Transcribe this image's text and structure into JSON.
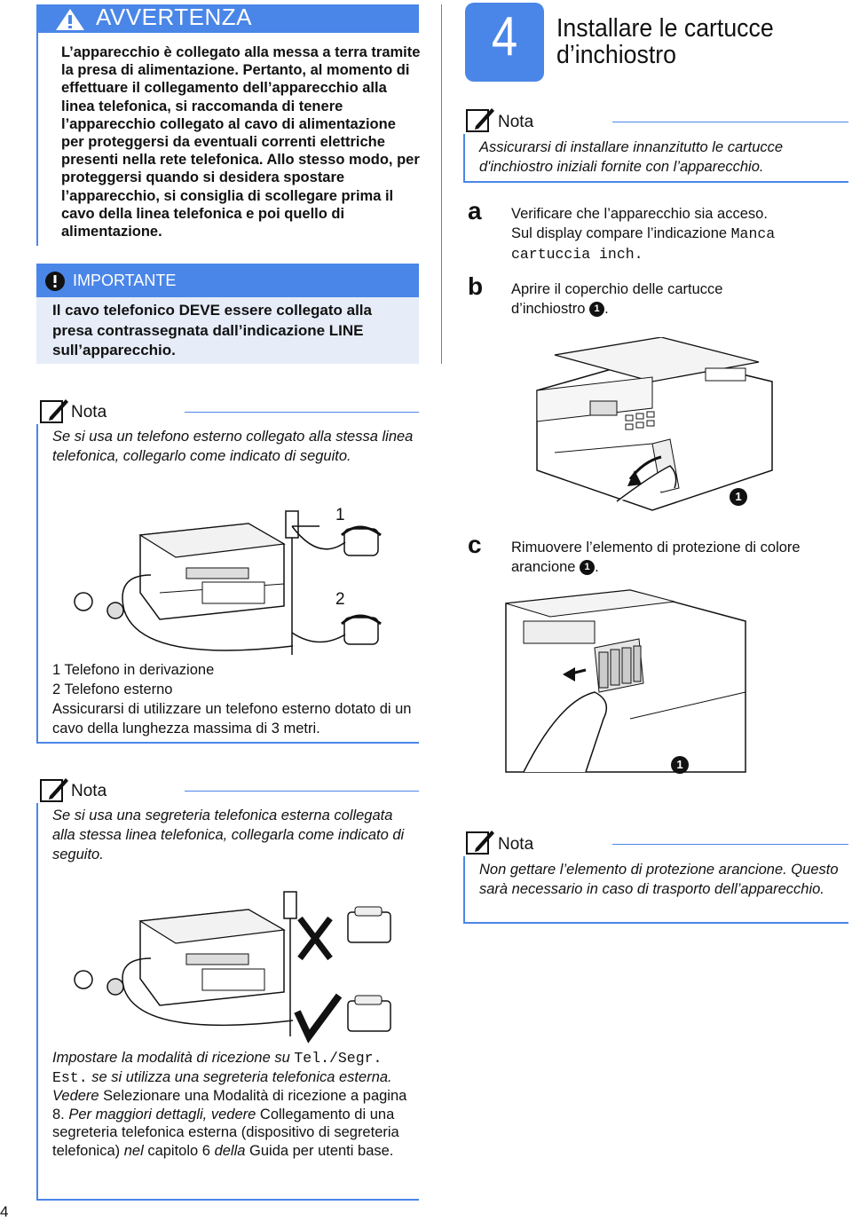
{
  "warning": {
    "title": "AVVERTENZA",
    "text": "L’apparecchio è collegato alla messa a terra tramite la presa di alimentazione. Pertanto, al momento di effettuare il collegamento dell’apparecchio alla linea telefonica, si raccomanda di tenere l’apparecchio collegato al cavo di alimentazione per proteggersi da eventuali correnti elettriche presenti nella rete telefonica. Allo stesso modo, per proteggersi quando si desidera spostare l’apparecchio, si consiglia di scollegare prima il cavo della linea telefonica e poi quello di alimentazione."
  },
  "important": {
    "title": "IMPORTANTE",
    "text": "Il cavo telefonico DEVE essere collegato alla presa contrassegnata dall’indicazione LINE sull’apparecchio."
  },
  "note1": {
    "title": "Nota",
    "text": "Se si usa un telefono esterno collegato alla stessa linea telefonica, collegarlo come indicato di seguito.",
    "callout1": "1",
    "callout2": "2",
    "legend1": "1  Telefono in derivazione",
    "legend2": "2  Telefono esterno",
    "legend3": "Assicurarsi di utilizzare un telefono esterno dotato di un cavo della lunghezza massima di 3 metri."
  },
  "note2": {
    "title": "Nota",
    "text": "Se si usa una segreteria telefonica esterna collegata alla stessa linea telefonica, collegarla come indicato di seguito.",
    "bottom_part1": "Impostare la modalità di ricezione su ",
    "bottom_mono": "Tel./Segr. Est.",
    "bottom_part2": " se si utilizza una segreteria telefonica esterna. ",
    "bottom_vedere1": "Vedere",
    "bottom_part3": " Selezionare una Modalità di ricezione a pagina 8. ",
    "bottom_per": "Per maggiori dettagli, vedere",
    "bottom_part4": " Collegamento di una segreteria telefonica esterna (dispositivo di segreteria telefonica) ",
    "bottom_nel": "nel",
    "bottom_part5": " capitolo 6 ",
    "bottom_della": "della",
    "bottom_part6": " Guida per utenti base."
  },
  "step4": {
    "number": "4",
    "title_line1": "Installare le cartucce",
    "title_line2": "d’inchiostro",
    "note_title": "Nota",
    "note_text": "Assicurarsi di installare innanzitutto le cartucce d'inchiostro iniziali fornite con l’apparecchio.",
    "a_letter": "a",
    "a_text1": "Verificare che l’apparecchio sia acceso.",
    "a_text2": "Sul display compare l’indicazione ",
    "a_mono": "Manca cartuccia inch.",
    "b_letter": "b",
    "b_text": "Aprire il coperchio delle cartucce d’inchiostro",
    "b_end": ".",
    "c_letter": "c",
    "c_text": "Rimuovere l’elemento di protezione di colore arancione",
    "c_end": ".",
    "callout": "1",
    "note3_title": "Nota",
    "note3_text": "Non gettare l’elemento di protezione arancione. Questo sarà necessario in caso di trasporto dell’apparecchio."
  },
  "page_number": "4"
}
